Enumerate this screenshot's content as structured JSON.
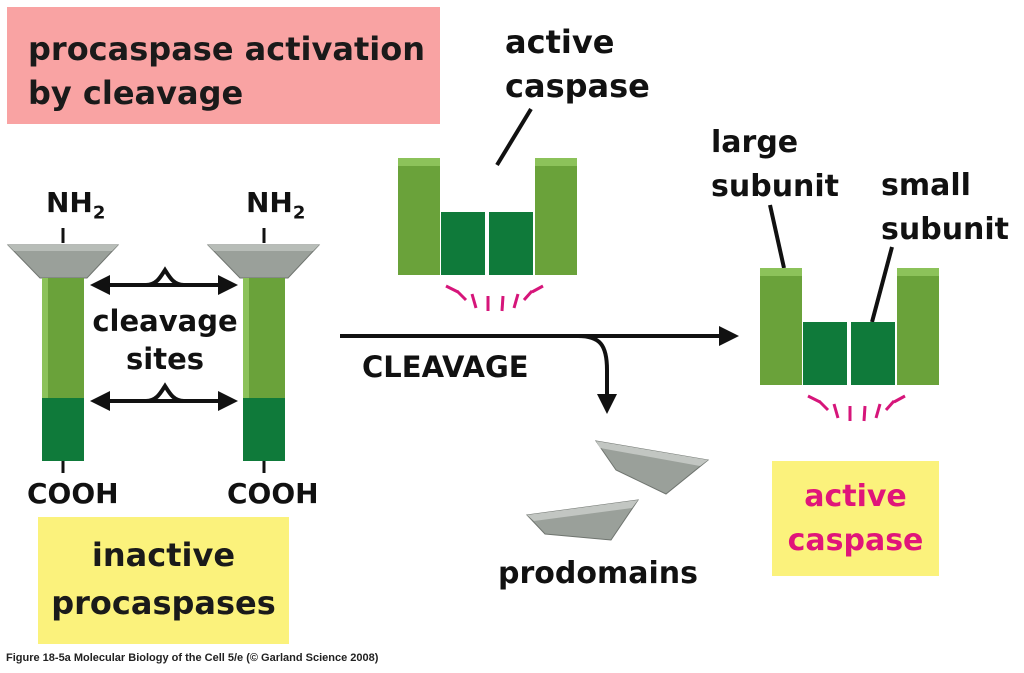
{
  "title": "procaspase activation by cleavage",
  "labels": {
    "nh2_left": "NH",
    "nh2_right": "NH",
    "subscript_2": "2",
    "cooh_left": "COOH",
    "cooh_right": "COOH",
    "cleavage_sites_line1": "cleavage",
    "cleavage_sites_line2": "sites",
    "cleavage_arrow": "CLEAVAGE",
    "active_caspase_top_line1": "active",
    "active_caspase_top_line2": "caspase",
    "large_subunit_line1": "large",
    "large_subunit_line2": "subunit",
    "small_subunit_line1": "small",
    "small_subunit_line2": "subunit",
    "prodomains": "prodomains"
  },
  "inactive_box": {
    "line1": "inactive",
    "line2": "procaspases"
  },
  "active_box": {
    "line1": "active",
    "line2": "caspase"
  },
  "caption": "Figure 18-5a  Molecular Biology of the Cell 5/e (© Garland Science 2008)",
  "colors": {
    "title_box": "#f9a3a3",
    "yellow_box": "#fbf27c",
    "large_subunit": "#6aa23a",
    "small_subunit": "#0f7a3a",
    "prodomain": "#9aa09a",
    "activity_marks": "#d6157a",
    "active_text": "#e0157a"
  }
}
